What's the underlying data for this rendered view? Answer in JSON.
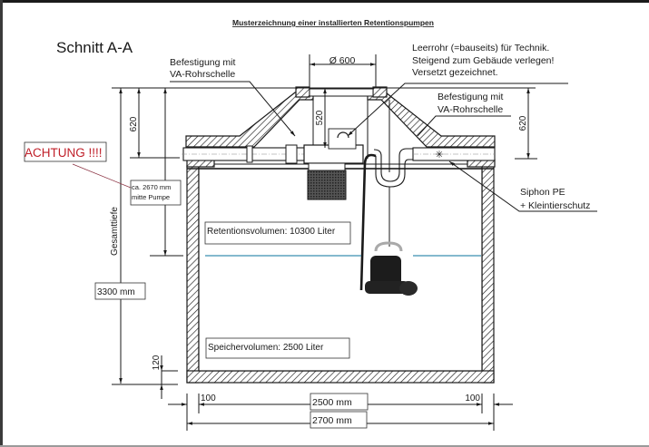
{
  "header": {
    "title": "Musterzeichnung einer installierten Retentionspumpen",
    "section_label": "Schnitt A-A"
  },
  "annotations": {
    "fixing_left": [
      "Befestigung mit",
      "VA-Rohrschelle"
    ],
    "fixing_right": [
      "Befestigung mit",
      "VA-Rohrschelle"
    ],
    "conduit_note": [
      "Leerrohr (=bauseits) für Technik.",
      "Steigend zum Gebäude verlegen!",
      "Versetzt gezeichnet."
    ],
    "siphon": [
      "Siphon PE",
      "+ Kleintierschutz"
    ],
    "warning": "ACHTUNG !!!!",
    "pump_depth": [
      "ca. 2670 mm",
      "mitte Pumpe"
    ],
    "retention_volume": "Retentionsvolumen: 10300 Liter",
    "storage_volume": "Speichervolumen: 2500 Liter"
  },
  "dimensions": {
    "opening_diameter": "Ø 600",
    "cover_height_left": "620",
    "cover_height_right": "620",
    "inner_neck": "520",
    "total_depth_label": "Gesamttiefe",
    "total_depth": "3300 mm",
    "floor_thickness": "120",
    "wall_left": "100",
    "wall_right": "100",
    "inner_width": "2500 mm",
    "outer_width": "2700 mm"
  },
  "colors": {
    "line": "#1a1a1a",
    "warning_text": "#c0202a",
    "leader_red": "#8a3040",
    "water_level": "#3a8fb0",
    "pump_body": "#1c1c1c"
  }
}
